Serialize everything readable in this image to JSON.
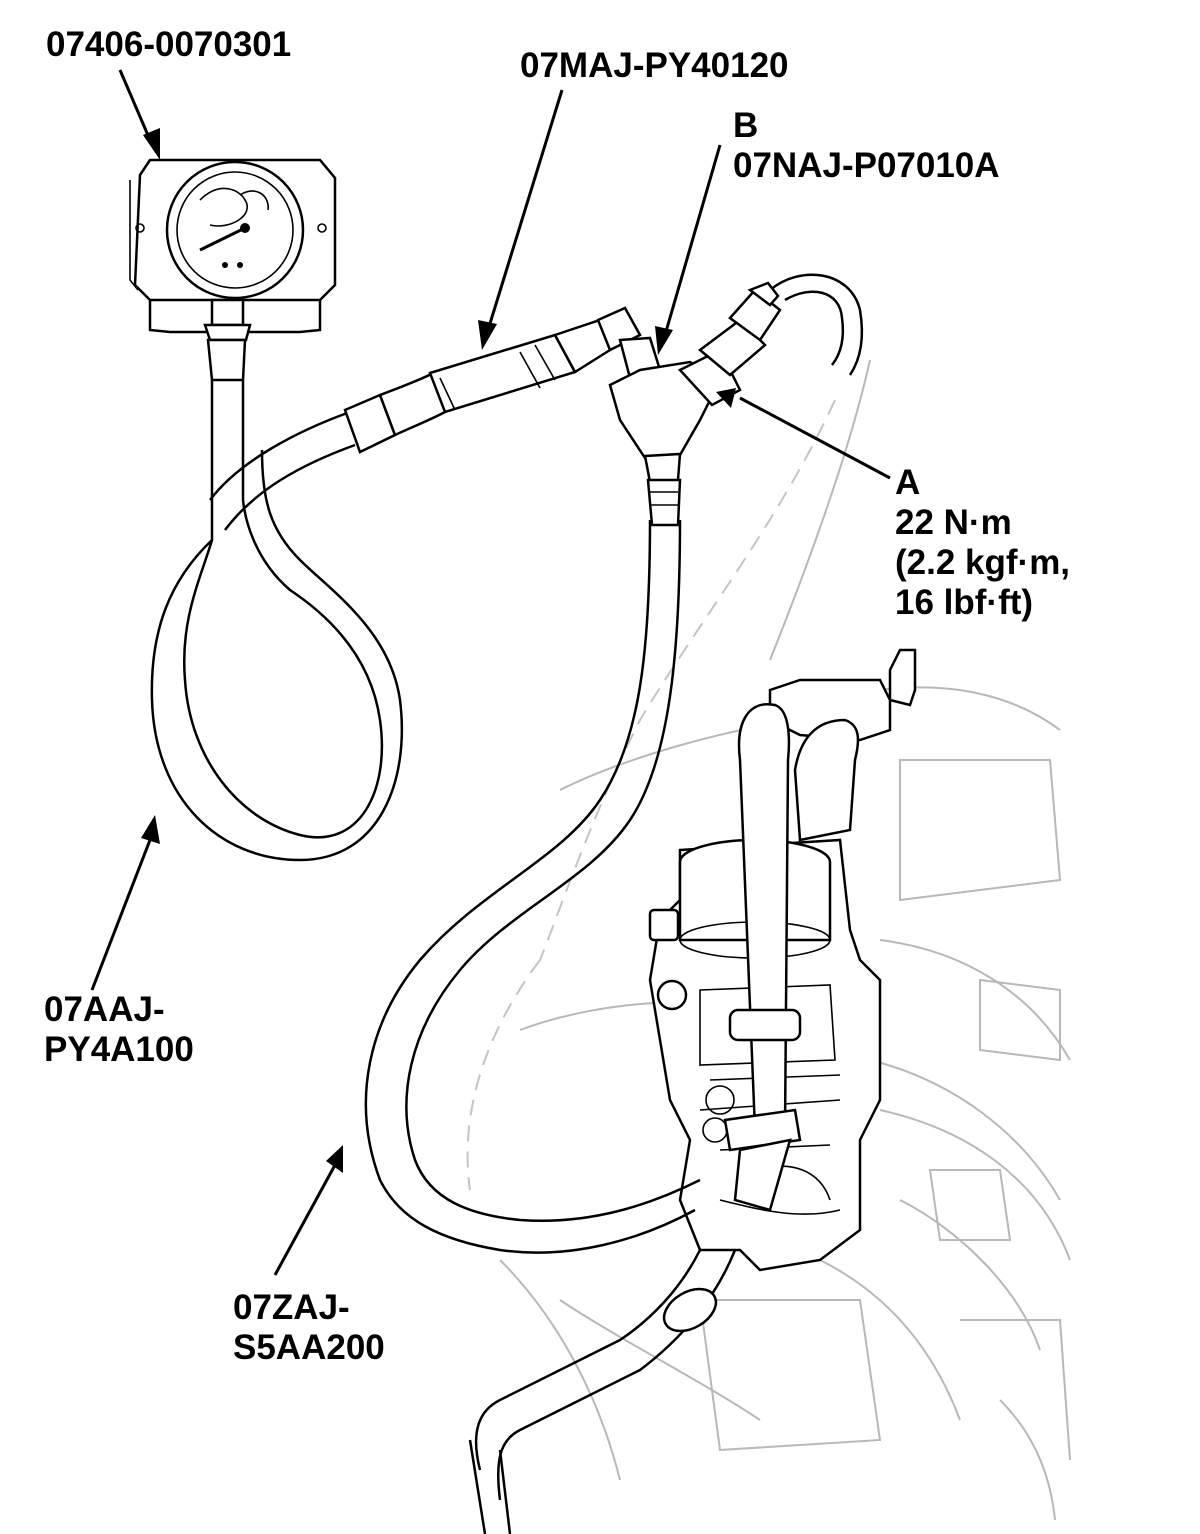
{
  "labels": {
    "gauge_part": "07406-0070301",
    "hose_part": "07MAJ-PY40120",
    "callout_b": {
      "letter": "B",
      "part": "07NAJ-P07010A"
    },
    "callout_a": {
      "letter": "A",
      "torque": [
        "22 N·m",
        "(2.2 kgf·m,",
        "16 lbf·ft)"
      ]
    },
    "left_hose_part": [
      "07AAJ-",
      "PY4A100"
    ],
    "bottom_hose_part": [
      "07ZAJ-",
      "S5AA200"
    ]
  }
}
